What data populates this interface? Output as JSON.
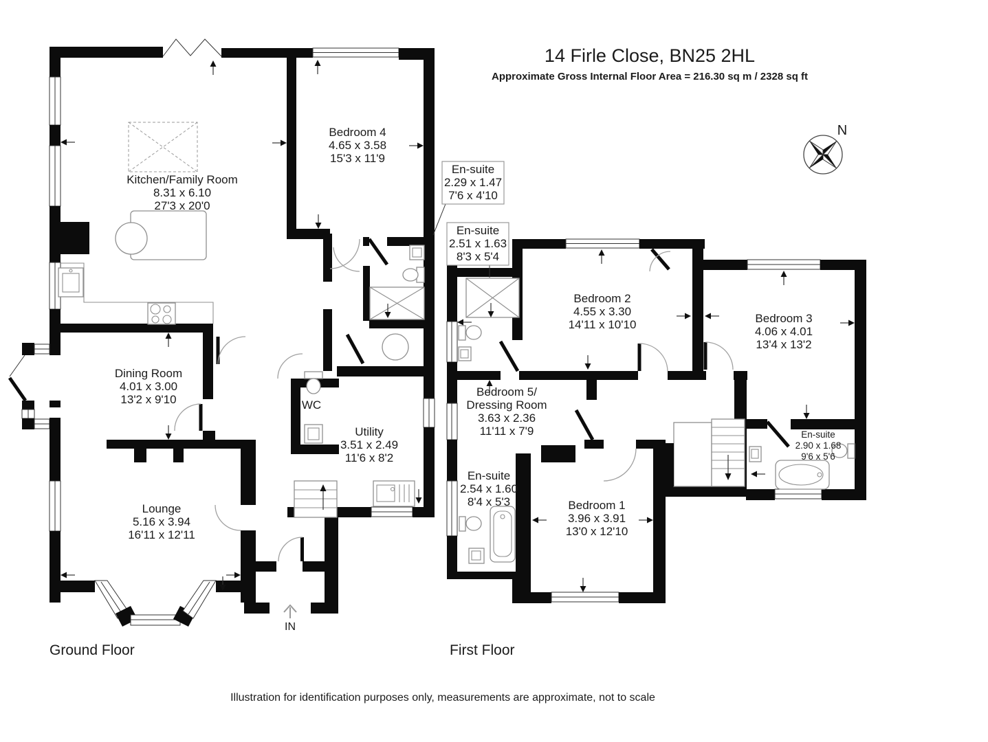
{
  "title": "14 Firle Close, BN25 2HL",
  "subtitle": "Approximate Gross Internal Floor Area = 216.30 sq m / 2328 sq ft",
  "footer": "Illustration for identification purposes only, measurements are approximate, not to scale",
  "compass": {
    "north_label": "N"
  },
  "entrance_label": "IN",
  "floors": {
    "ground": "Ground Floor",
    "first": "First Floor"
  },
  "colors": {
    "walls": "#0c0c0c",
    "background": "#ffffff"
  },
  "rooms": {
    "kitchen": {
      "name": "Kitchen/Family Room",
      "metric": "8.31 x 6.10",
      "imperial": "27'3 x 20'0"
    },
    "bedroom4": {
      "name": "Bedroom 4",
      "metric": "4.65 x 3.58",
      "imperial": "15'3 x 11'9"
    },
    "ensuite_gf": {
      "name": "En-suite",
      "metric": "2.29 x 1.47",
      "imperial": "7'6 x 4'10"
    },
    "dining": {
      "name": "Dining Room",
      "metric": "4.01 x 3.00",
      "imperial": "13'2 x 9'10"
    },
    "wc": {
      "name": "WC"
    },
    "utility": {
      "name": "Utility",
      "metric": "3.51 x 2.49",
      "imperial": "11'6 x 8'2"
    },
    "lounge": {
      "name": "Lounge",
      "metric": "5.16 x 3.94",
      "imperial": "16'11 x 12'11"
    },
    "ensuite2": {
      "name": "En-suite",
      "metric": "2.51 x 1.63",
      "imperial": "8'3 x 5'4"
    },
    "bedroom2": {
      "name": "Bedroom 2",
      "metric": "4.55 x 3.30",
      "imperial": "14'11 x 10'10"
    },
    "bedroom3": {
      "name": "Bedroom 3",
      "metric": "4.06 x 4.01",
      "imperial": "13'4 x 13'2"
    },
    "bedroom5": {
      "name": "Bedroom 5/",
      "name2": "Dressing Room",
      "metric": "3.63 x 2.36",
      "imperial": "11'11 x 7'9"
    },
    "ensuite1": {
      "name": "En-suite",
      "metric": "2.54 x 1.60",
      "imperial": "8'4 x 5'3"
    },
    "bedroom1": {
      "name": "Bedroom 1",
      "metric": "3.96 x 3.91",
      "imperial": "13'0 x 12'10"
    },
    "ensuite3": {
      "name": "En-suite",
      "metric": "2.90 x 1.68",
      "imperial": "9'6 x 5'6"
    }
  }
}
